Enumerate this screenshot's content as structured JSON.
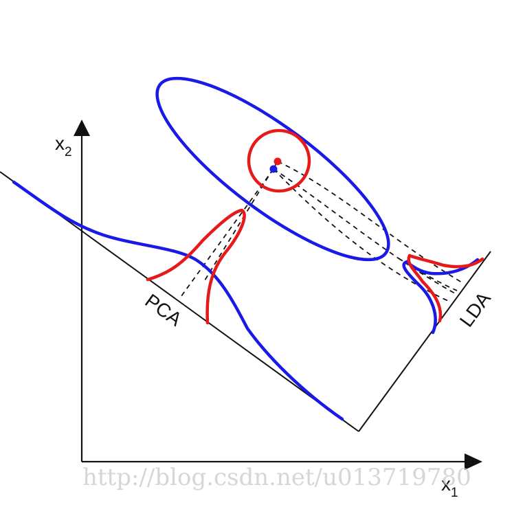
{
  "axes": {
    "x_label_base": "x",
    "x_label_sub": "1",
    "y_label_base": "x",
    "y_label_sub": "2"
  },
  "projections": {
    "pca_label": "PCA",
    "lda_label": "LDA"
  },
  "watermark": "http://blog.csdn.net/u013719780",
  "colors": {
    "class_a": "#1a1ae6",
    "class_b": "#e61a1a",
    "lines": "#111111"
  }
}
